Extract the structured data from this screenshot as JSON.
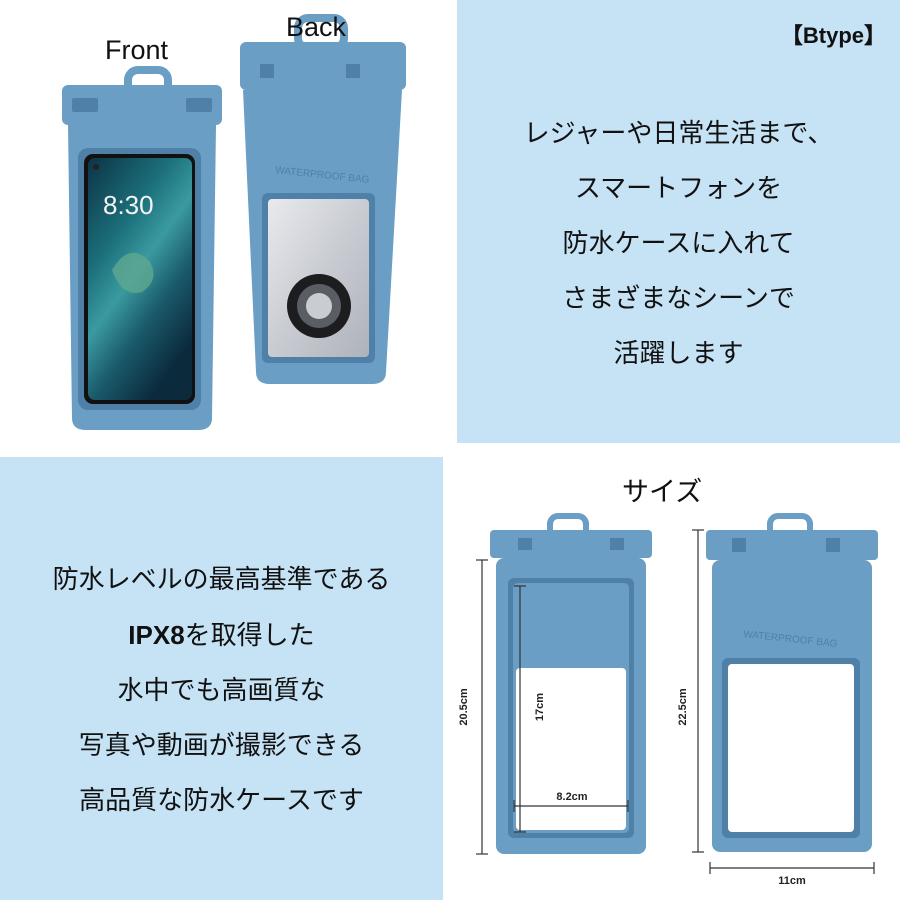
{
  "labels": {
    "front": "Front",
    "back": "Back",
    "type_badge": "【Btype】",
    "waterproof_print": "WATERPROOF BAG"
  },
  "phone": {
    "time": "8:30"
  },
  "description_top": [
    "レジャーや日常生活まで、",
    "スマートフォンを",
    "防水ケースに入れて",
    "さまざまなシーンで",
    "活躍します"
  ],
  "description_bottom": {
    "line1": "防水レベルの最高基準である",
    "line2_bold": "IPX8",
    "line2_rest": "を取得した",
    "line3": "水中でも高画質な",
    "line4": "写真や動画が撮影できる",
    "line5": "高品質な防水ケースです"
  },
  "size": {
    "title": "サイズ",
    "height_front": "20.5cm",
    "window_height": "17cm",
    "window_width": "8.2cm",
    "height_back": "22.5cm",
    "width_back": "11cm"
  },
  "colors": {
    "panel_blue": "#c6e2f5",
    "case_blue": "#6b9ec4",
    "case_dark": "#4f81a8"
  }
}
